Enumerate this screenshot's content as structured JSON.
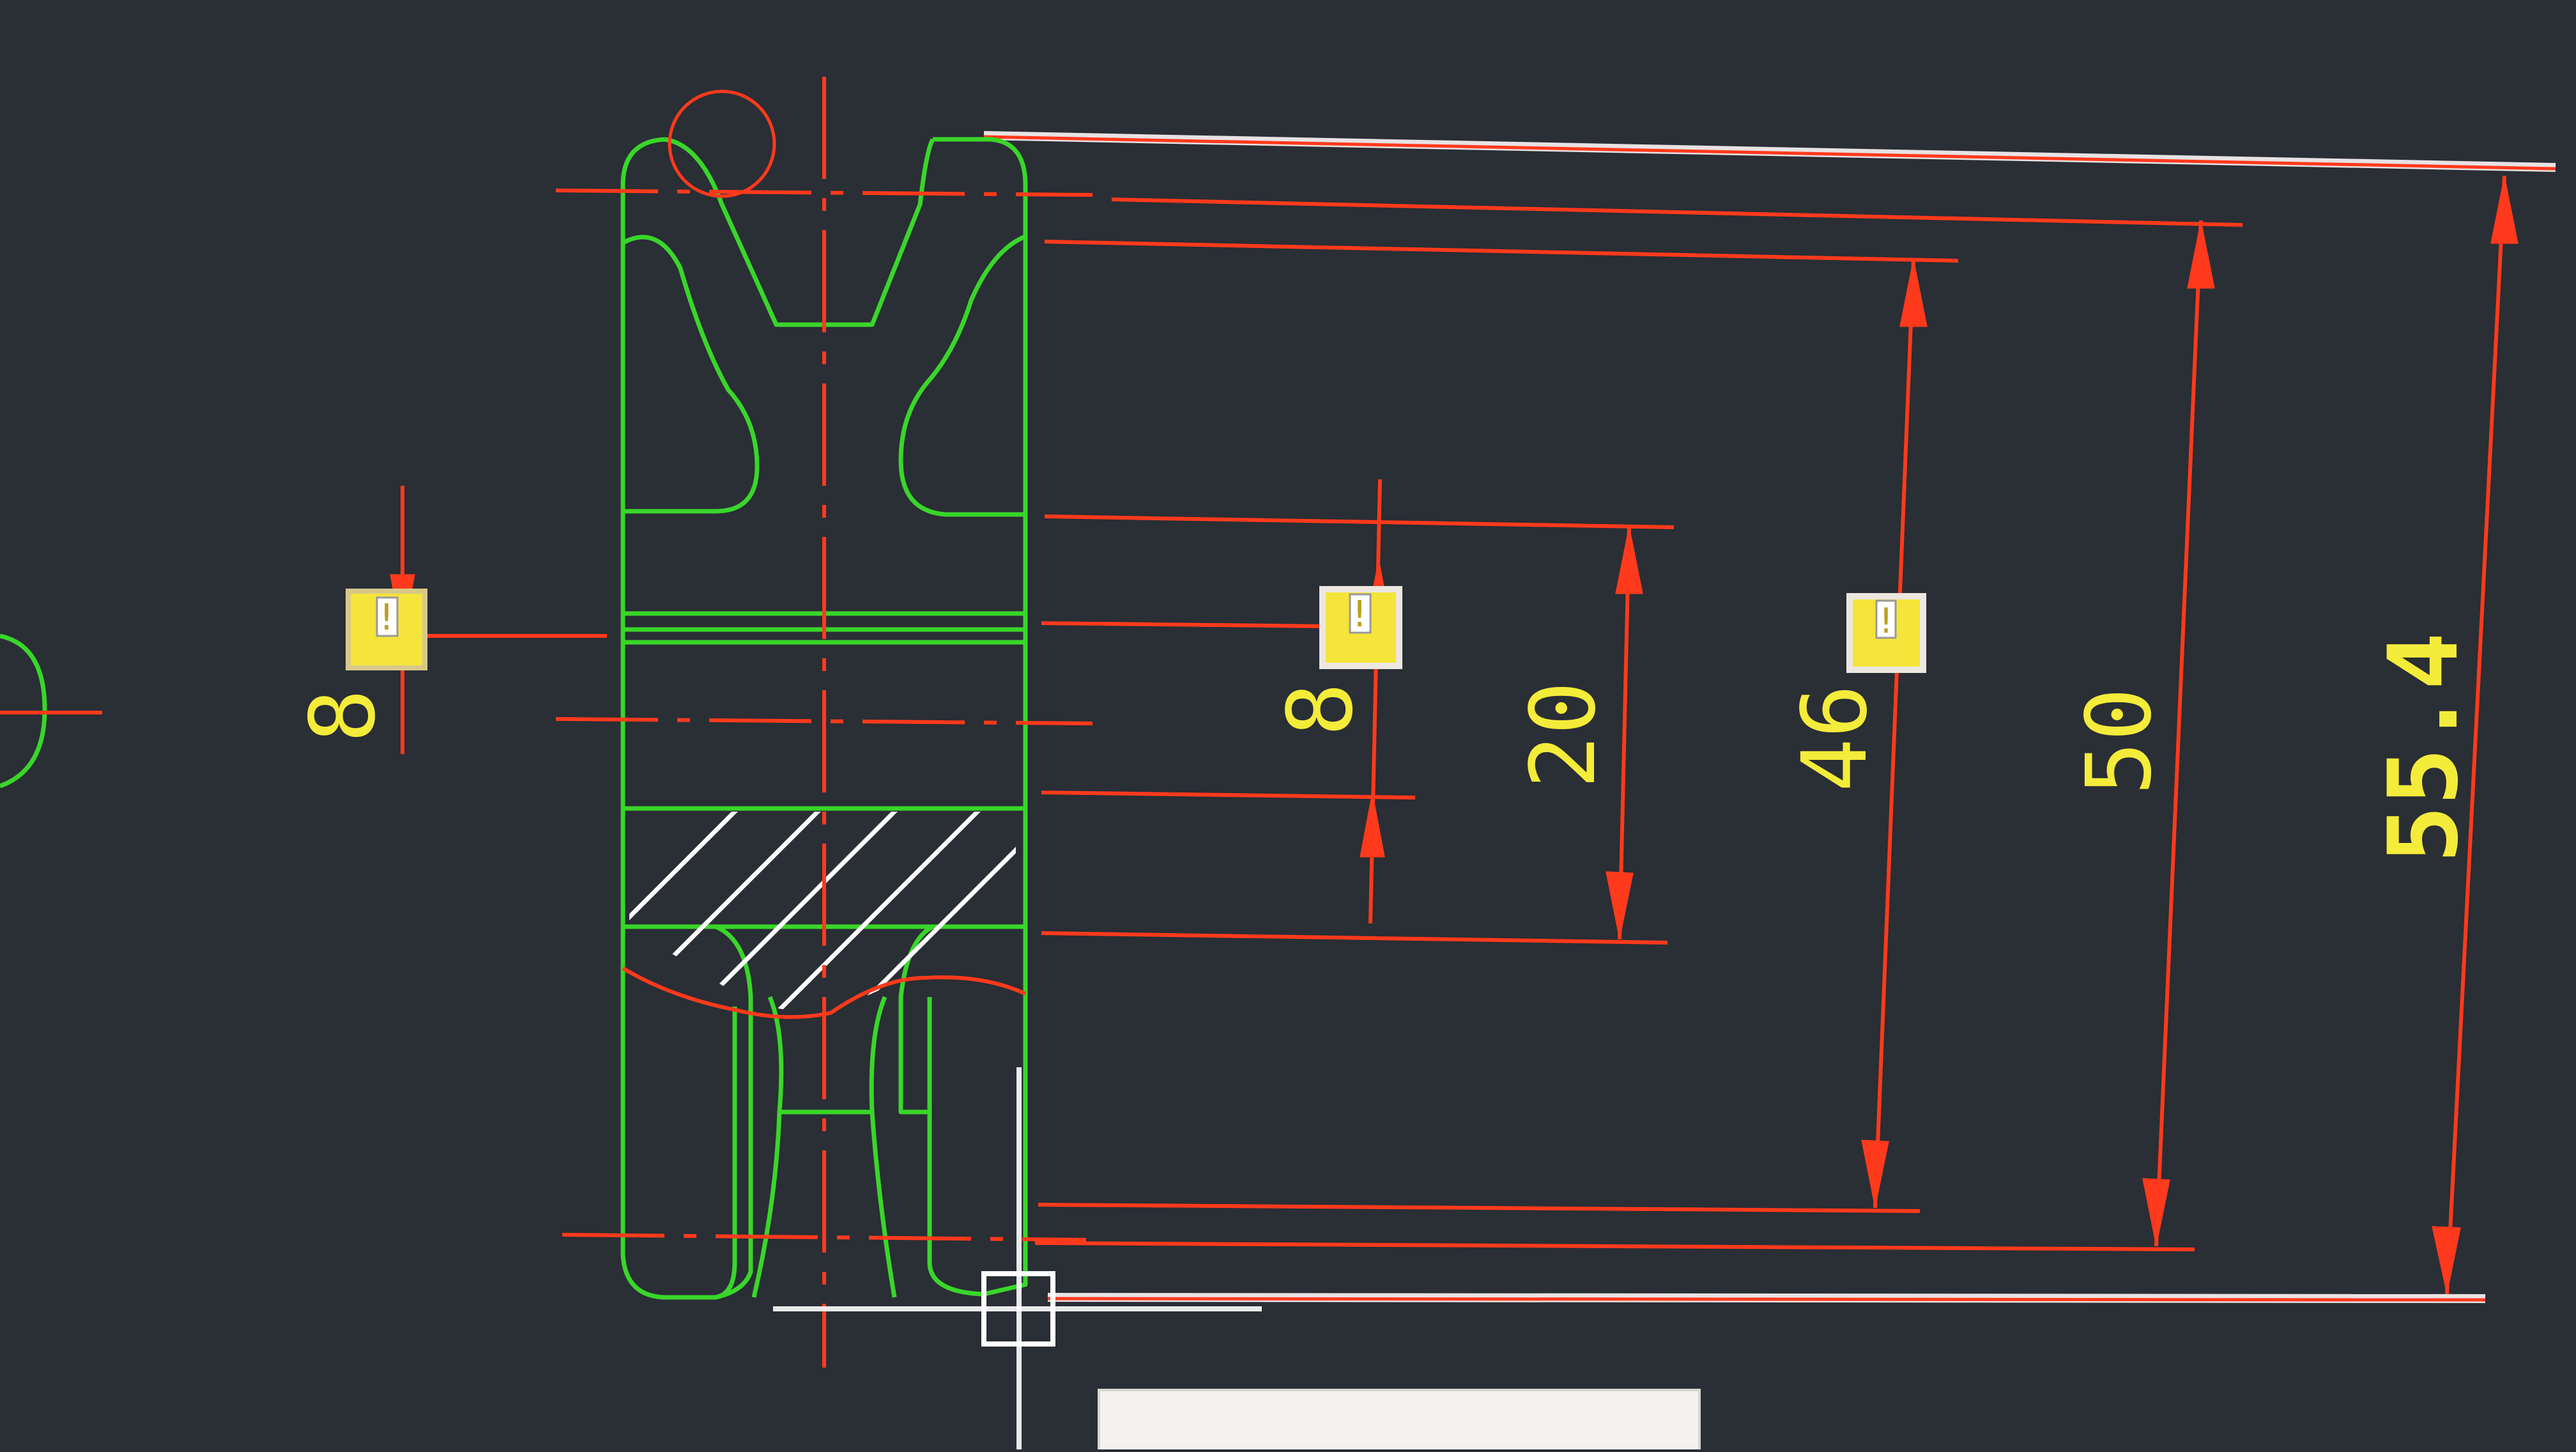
{
  "viewport": {
    "background": "#2a2e35"
  },
  "colors": {
    "geometry": "#39d62a",
    "dimension": "#ff3a1c",
    "dimension_text": "#f4ec3a",
    "highlight": "#f2eef0",
    "warning_badge": "#f5e43a",
    "cursor": "#ffffff",
    "hatch": "#ffffff"
  },
  "dimensions": {
    "left_8": "8",
    "inner_8": "8",
    "d20": "20",
    "d46": "46",
    "d50": "50",
    "d55_4": "55.4"
  },
  "warning_badges": {
    "icon": "warning-icon",
    "glyph": "!"
  },
  "crosshair": {
    "icon": "crosshair-cursor-icon"
  },
  "tooltip": {
    "text": ""
  }
}
